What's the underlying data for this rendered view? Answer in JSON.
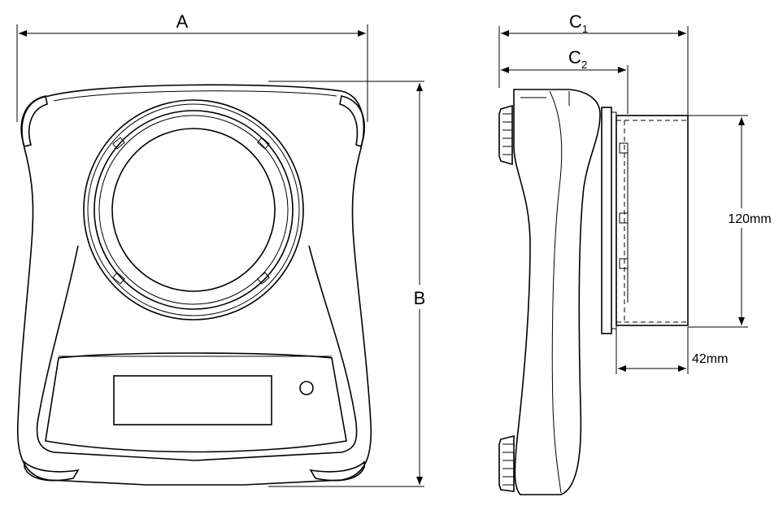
{
  "dimensions": {
    "a_label": "A",
    "b_label": "B",
    "c1_label": "C",
    "c1_sub": "1",
    "c2_label": "C",
    "c2_sub": "2",
    "height_label": "120mm",
    "depth_label": "42mm"
  },
  "colors": {
    "line": "#000000",
    "background": "#ffffff"
  }
}
